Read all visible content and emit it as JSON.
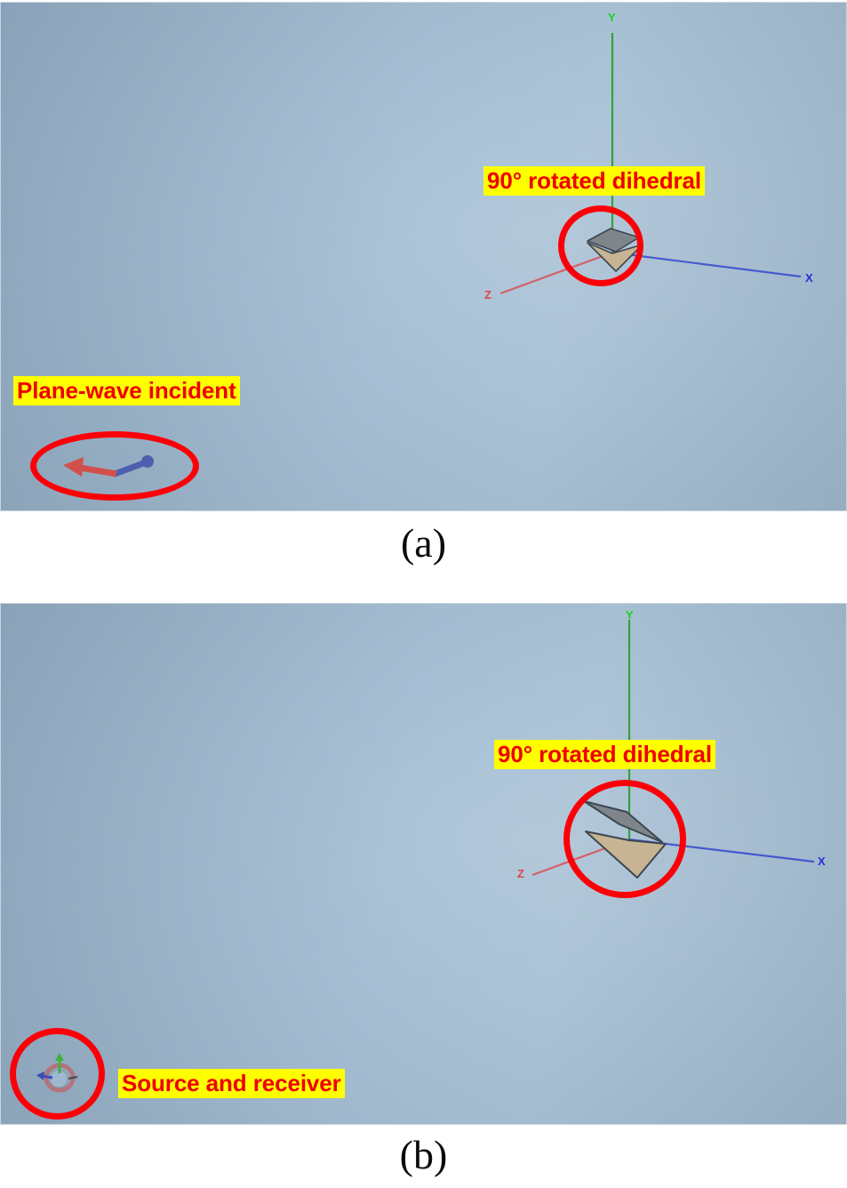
{
  "figure": {
    "panels": [
      {
        "id": "a",
        "caption": "(a)",
        "axes": {
          "y": "Y",
          "x": "X",
          "z": "Z"
        },
        "annotations": [
          {
            "name": "rotated-dihedral-label",
            "text": "90° rotated dihedral"
          },
          {
            "name": "plane-wave-incident-label",
            "text": "Plane-wave incident"
          }
        ],
        "callouts": [
          {
            "name": "dihedral-callout-a"
          },
          {
            "name": "plane-wave-callout-a"
          }
        ]
      },
      {
        "id": "b",
        "caption": "(b)",
        "axes": {
          "y": "Y",
          "x": "X",
          "z": "Z"
        },
        "annotations": [
          {
            "name": "rotated-dihedral-label",
            "text": "90° rotated dihedral"
          },
          {
            "name": "source-receiver-label",
            "text": "Source and receiver"
          }
        ],
        "callouts": [
          {
            "name": "dihedral-callout-b"
          },
          {
            "name": "source-receiver-callout-b"
          }
        ]
      }
    ]
  },
  "colors": {
    "callout_ring": "#fb0008",
    "highlight_background": "#ffff00",
    "annotation_text": "#ee0000",
    "axis_y": "#19d219",
    "axis_x": "#1f31d6",
    "axis_z": "#e0444c",
    "viewport_background": "#a2bcd2",
    "dihedral_top_face": "#7d8489",
    "dihedral_bottom_face": "#c2b190",
    "plane_wave_arrow_red": "#d9534f",
    "plane_wave_arrow_blue": "#4f5fb0",
    "source_sphere": "#9fb8cf"
  },
  "icons": {
    "axis_tripod": "axis-tripod-icon",
    "dihedral": "dihedral-reflector-icon",
    "plane_wave": "plane-wave-arrow-icon",
    "source_receiver": "source-receiver-gizmo-icon",
    "callout": "ellipse-callout-icon"
  }
}
